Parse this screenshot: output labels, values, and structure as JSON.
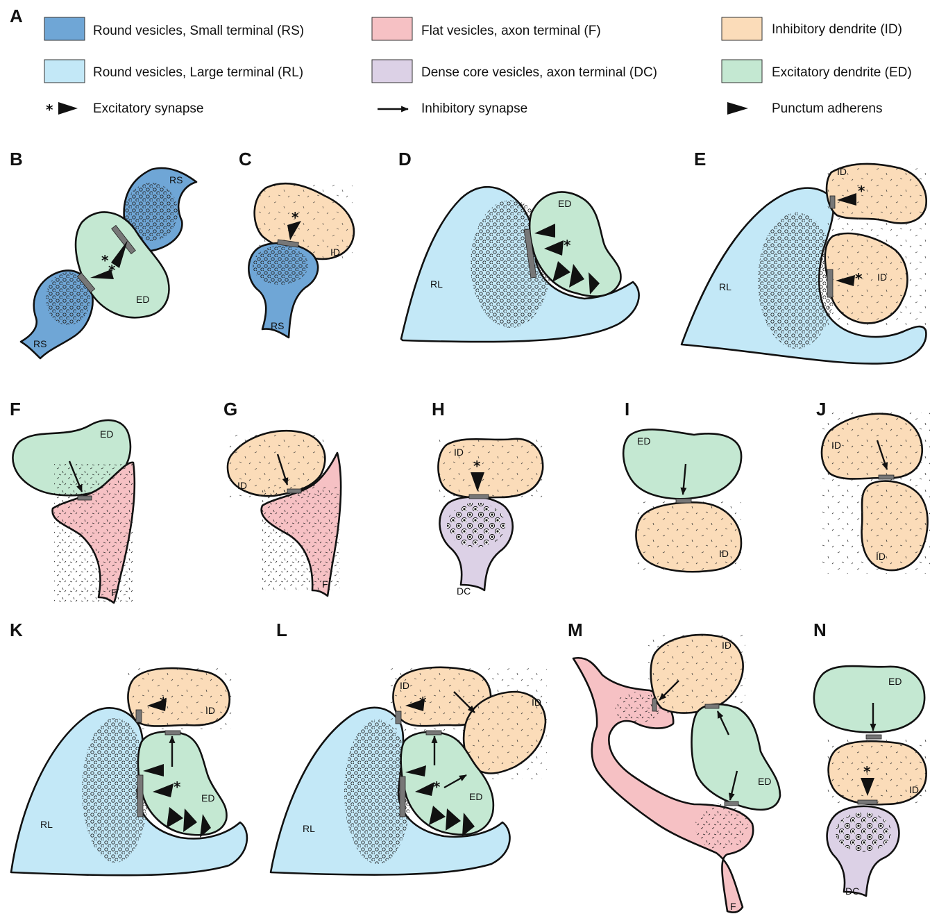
{
  "colors": {
    "RS": "#6fa6d6",
    "RL": "#c3e8f7",
    "F": "#f6c1c4",
    "DC": "#dcd1e6",
    "ID": "#fbdcb9",
    "ED": "#c4e8d2"
  },
  "panels": [
    "A",
    "B",
    "C",
    "D",
    "E",
    "F",
    "G",
    "H",
    "I",
    "J",
    "K",
    "L",
    "M",
    "N"
  ],
  "legend": {
    "rs": "Round vesicles, Small terminal (RS)",
    "rl": "Round vesicles, Large terminal (RL)",
    "f": "Flat vesicles, axon terminal (F)",
    "dc": "Dense core vesicles, axon terminal (DC)",
    "id": "Inhibitory dendrite (ID)",
    "ed": "Excitatory dendrite (ED)",
    "excitatory": "Excitatory synapse",
    "inhibitory": "Inhibitory synapse",
    "puncta": "Punctum adherens",
    "star": "*"
  },
  "labels": {
    "RS": "RS",
    "RL": "RL",
    "F": "F",
    "DC": "DC",
    "ID": "ID",
    "ED": "ED"
  }
}
